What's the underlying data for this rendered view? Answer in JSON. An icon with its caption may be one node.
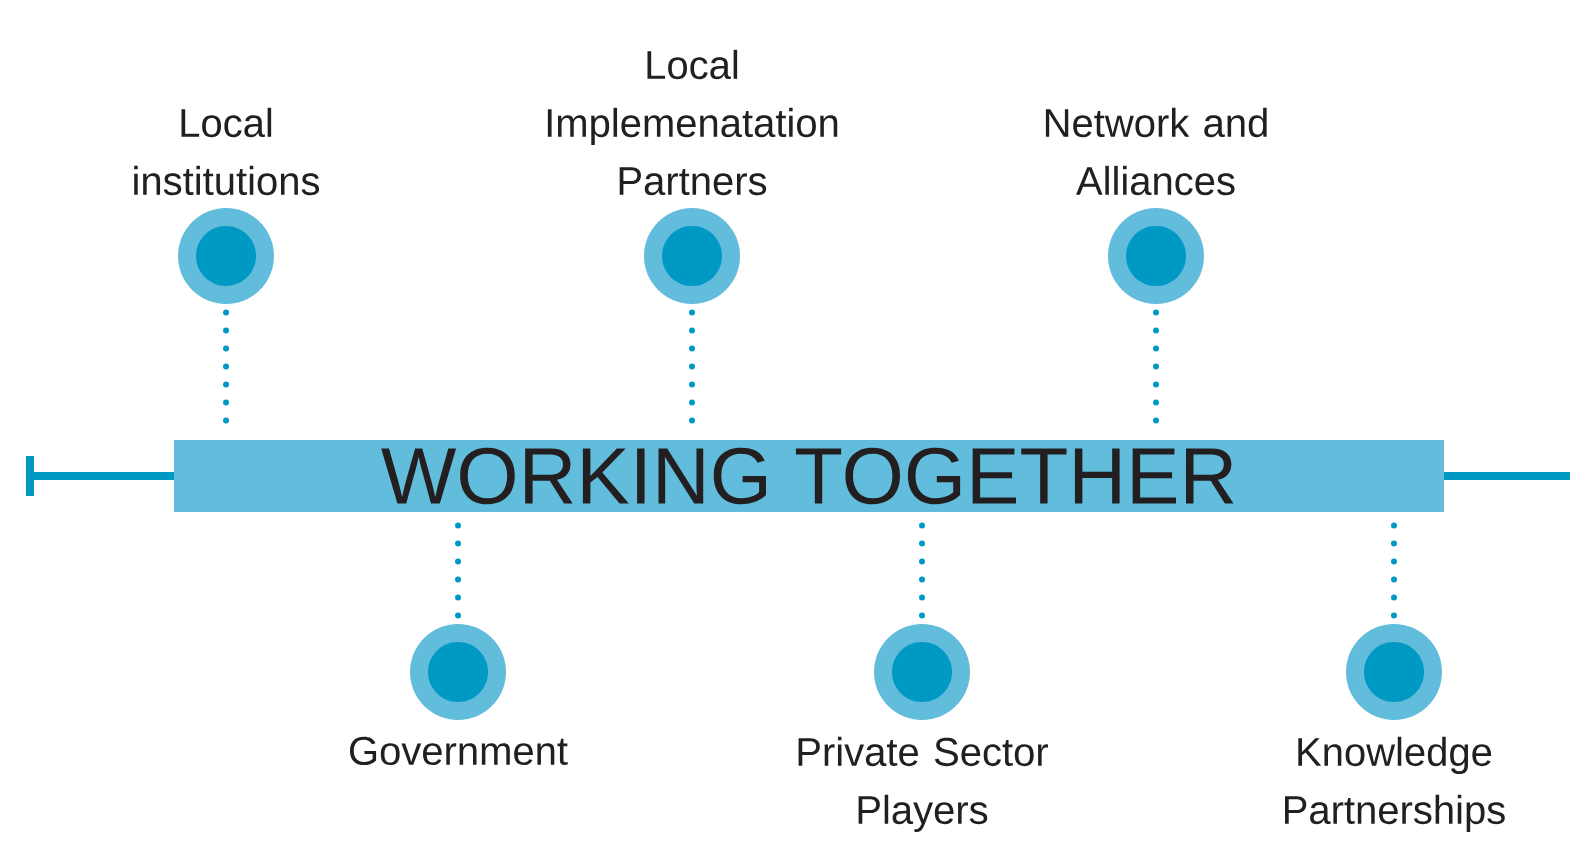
{
  "diagram": {
    "nodes": [
      {
        "text": [
          "WORKING TOGETHER"
        ]
      },
      {
        "text": [],
        "shape": "circle",
        "beside": [
          "Local institutions"
        ]
      },
      {
        "text": [],
        "shape": "circle",
        "beside": [
          "Local Implemenatation Partners"
        ]
      },
      {
        "text": [],
        "shape": "circle",
        "beside": [
          "Network and Alliances"
        ]
      },
      {
        "text": [],
        "shape": "circle",
        "beside": [
          "Government"
        ]
      },
      {
        "text": [],
        "shape": "circle",
        "beside": [
          "Private Sector Players"
        ]
      },
      {
        "text": [],
        "shape": "circle",
        "beside": [
          "Knowledge Partnerships"
        ]
      }
    ],
    "edges": [
      {
        "from": 1,
        "to": 0,
        "arrow": "none",
        "style": "dashed"
      },
      {
        "from": 2,
        "to": 0,
        "arrow": "none",
        "style": "dashed"
      },
      {
        "from": 3,
        "to": 0,
        "arrow": "none",
        "style": "dashed"
      },
      {
        "from": 4,
        "to": 0,
        "arrow": "none",
        "style": "dashed"
      },
      {
        "from": 5,
        "to": 0,
        "arrow": "none",
        "style": "dashed"
      },
      {
        "from": 6,
        "to": 0,
        "arrow": "none",
        "style": "dashed"
      }
    ]
  }
}
